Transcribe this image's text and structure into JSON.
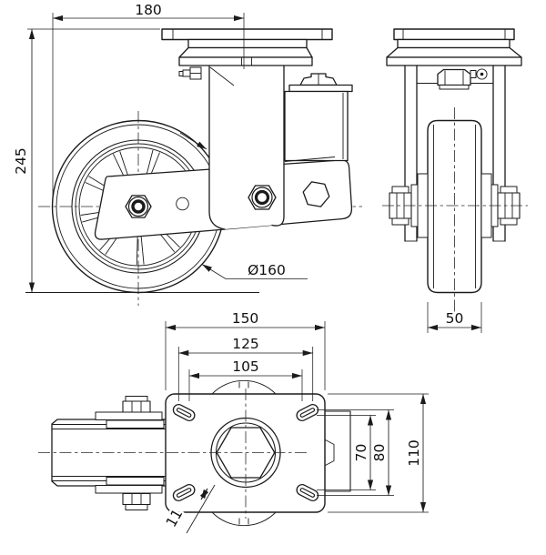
{
  "drawing": {
    "dimensions": {
      "side_plate_width": "180",
      "side_overall_height": "245",
      "side_wheel_diameter": "Ø160",
      "front_wheel_width": "50",
      "plan_plate_length": "150",
      "plan_hole_span_outer": "125",
      "plan_hole_span_inner": "105",
      "plan_hole_span_vert_inner": "70",
      "plan_hole_span_vert_outer": "80",
      "plan_plate_width": "110",
      "plan_slot_width": "11"
    },
    "colors": {
      "line": "#1b1b1b",
      "background": "#ffffff"
    }
  }
}
